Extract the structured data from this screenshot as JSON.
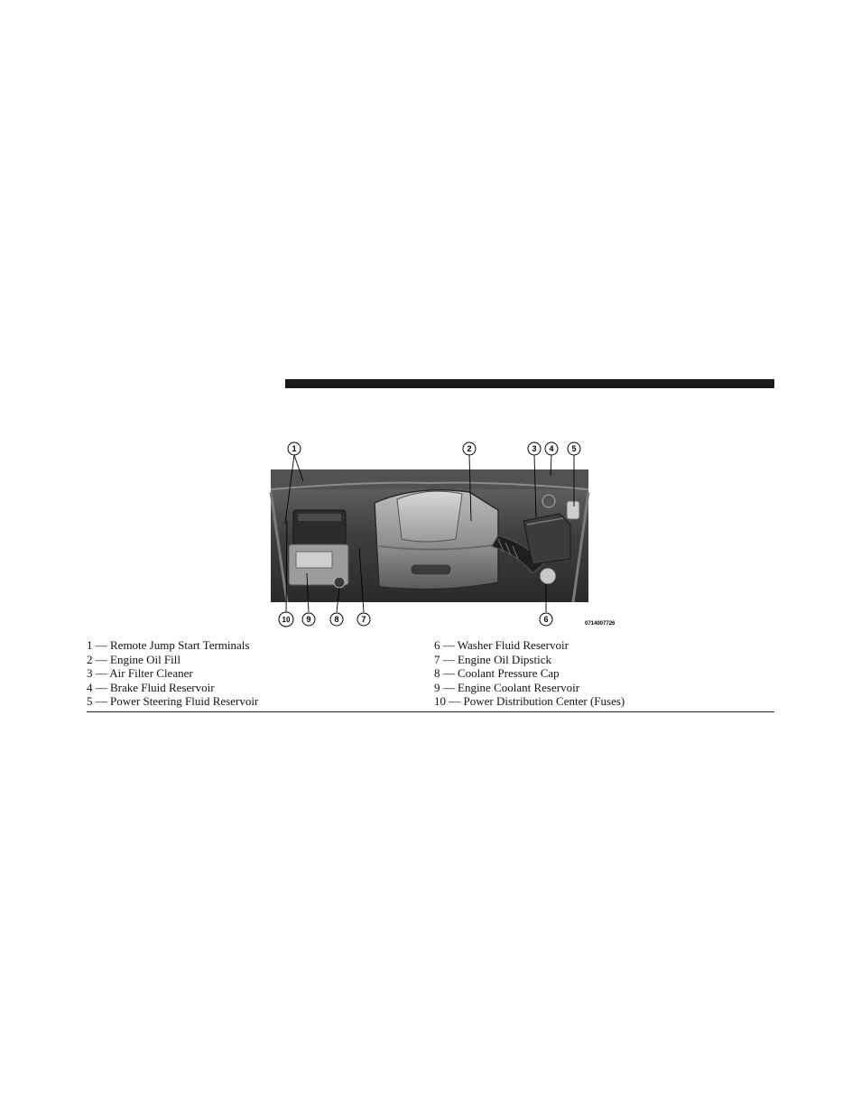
{
  "figure": {
    "image_code": "0714007726",
    "callouts": [
      "1",
      "2",
      "3",
      "4",
      "5",
      "6",
      "7",
      "8",
      "9",
      "10"
    ]
  },
  "legend": {
    "left": [
      "1 — Remote Jump Start Terminals",
      "2 — Engine Oil Fill",
      "3 — Air Filter Cleaner",
      "4 — Brake Fluid Reservoir",
      "5 — Power Steering Fluid Reservoir"
    ],
    "right": [
      "6 — Washer Fluid Reservoir",
      "7 — Engine Oil Dipstick",
      "8 — Coolant Pressure Cap",
      "9 — Engine Coolant Reservoir",
      "10 — Power Distribution Center (Fuses)"
    ]
  }
}
